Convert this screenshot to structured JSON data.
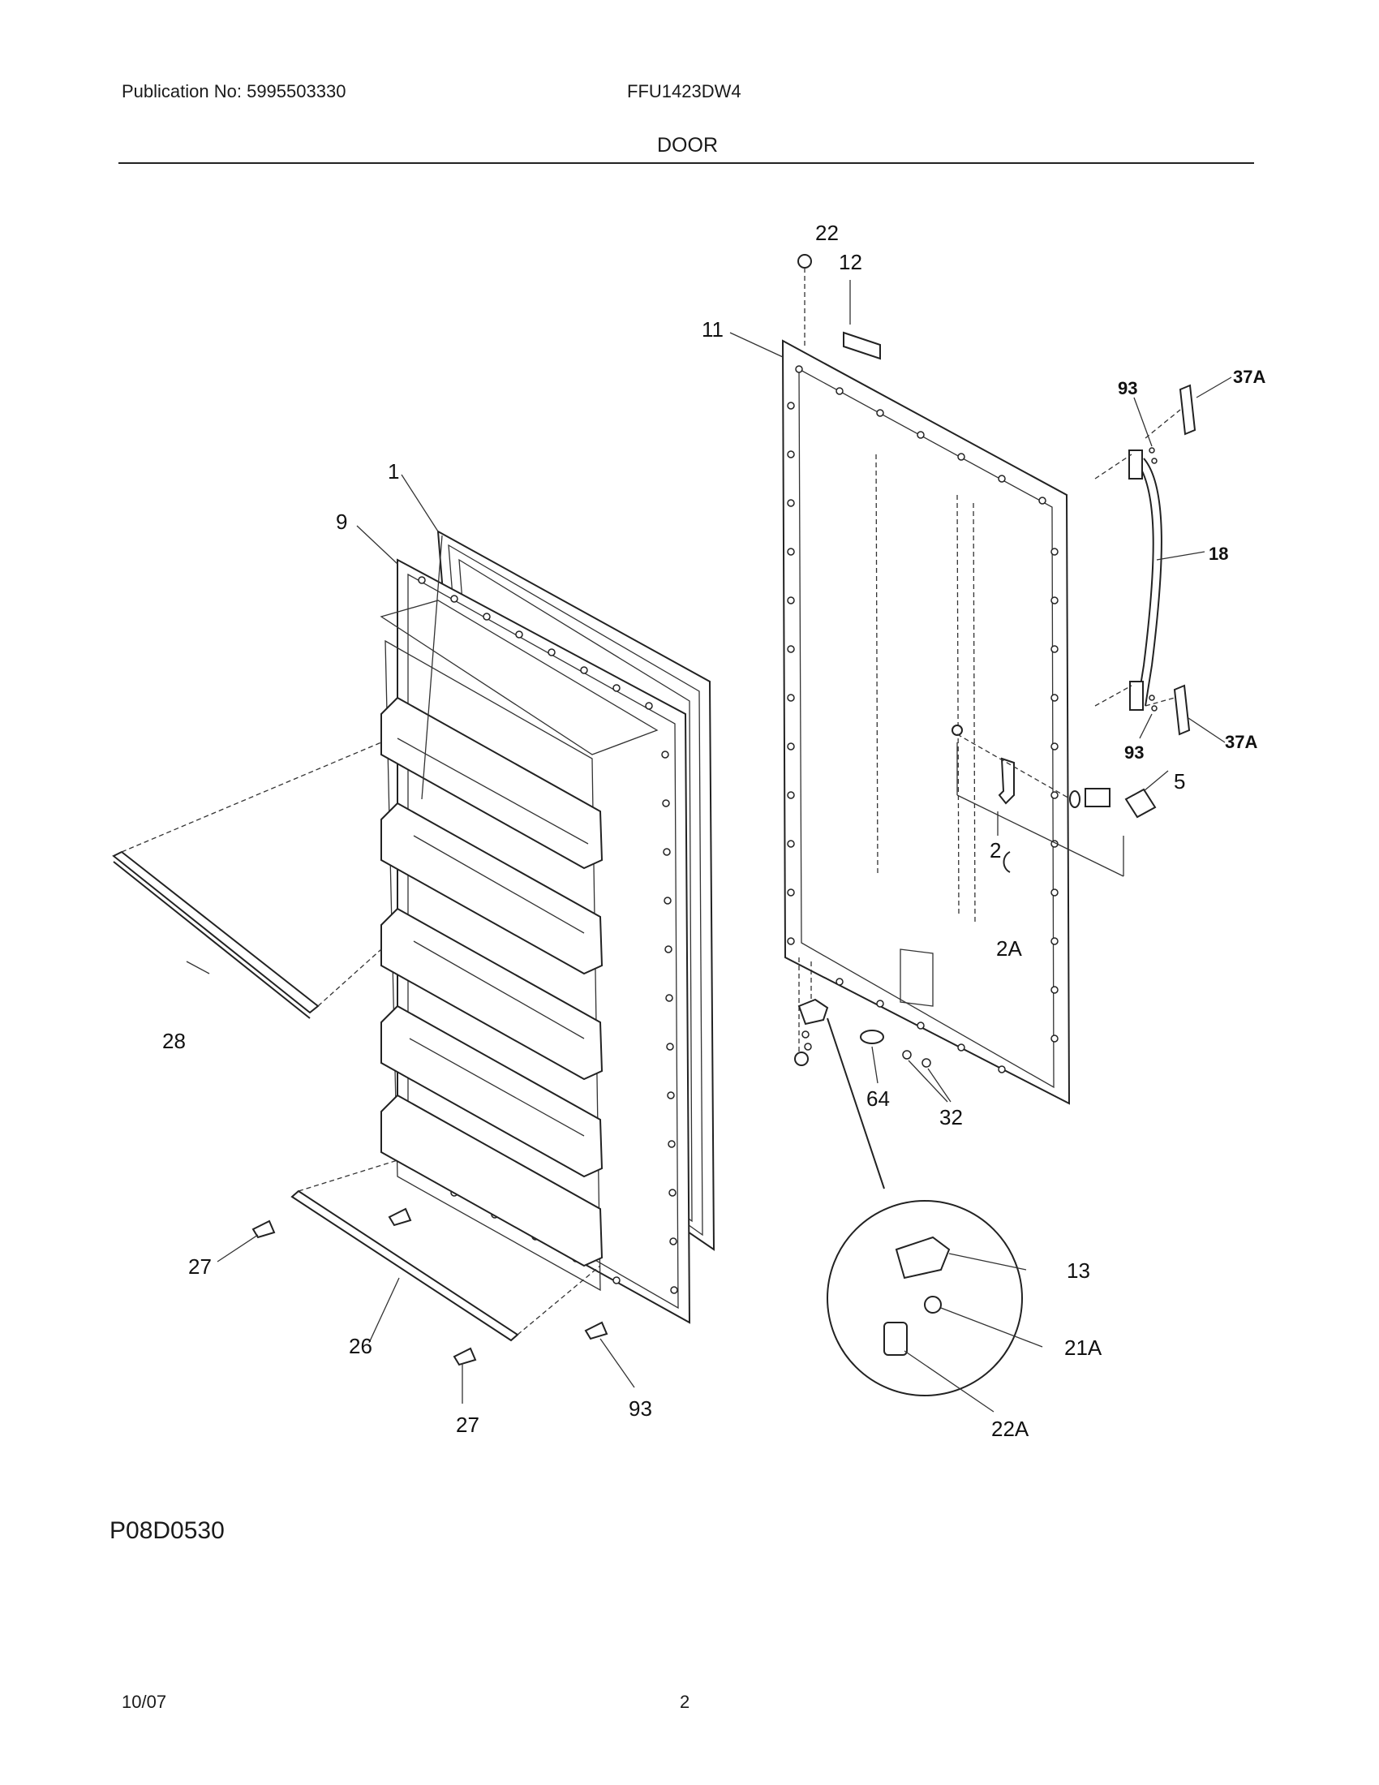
{
  "header": {
    "publication": "Publication No: 5995503330",
    "model": "FFU1423DW4",
    "section": "DOOR"
  },
  "figure_code": "P08D0530",
  "footer": {
    "date": "10/07",
    "page": "2"
  },
  "callouts": {
    "c1": "1",
    "c9": "9",
    "c28": "28",
    "c27a": "27",
    "c26": "26",
    "c27b": "27",
    "c93a": "93",
    "c22": "22",
    "c12": "12",
    "c11": "11",
    "c93b": "93",
    "c37a": "37A",
    "c18": "18",
    "c93c": "93",
    "c37b": "37A",
    "c5": "5",
    "c2": "2",
    "c2a": "2A",
    "c64": "64",
    "c32": "32",
    "c13": "13",
    "c21a": "21A",
    "c22a": "22A"
  }
}
